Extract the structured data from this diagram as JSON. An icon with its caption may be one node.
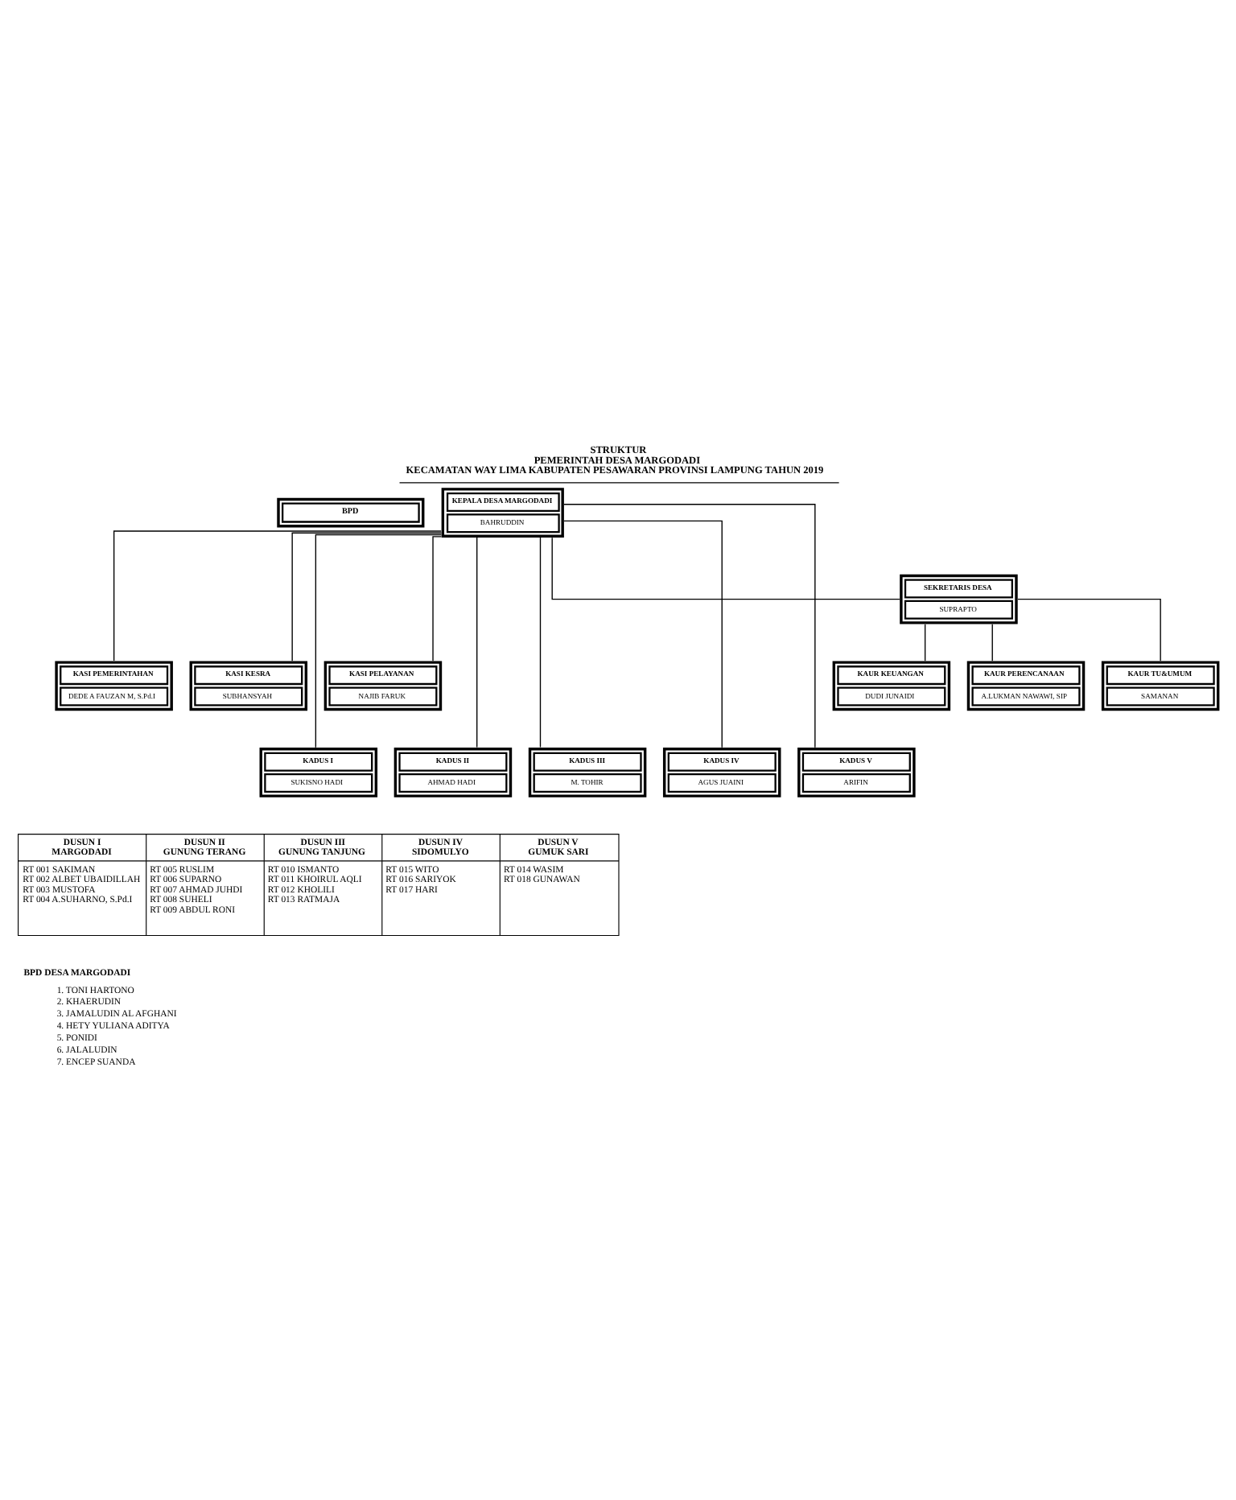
{
  "diagram": {
    "title": "STRUKTUR PEMERINTAH DESA MARGODADI KECAMATAN WAY LIMA KABUPATEN PESAWARAN PROVINSI LAMPUNG TAHUN 2019",
    "nodes": [
      {
        "text": [
          "KEPALA DESA MARGODADI",
          "BAHRUDDIN"
        ]
      },
      {
        "text": [
          "BPD"
        ]
      },
      {
        "text": [
          "SEKRETARIS DESA",
          "SUPRAPTO"
        ]
      },
      {
        "text": [
          "KAUR KEUANGAN",
          "DUDI JUNAIDI"
        ]
      },
      {
        "text": [
          "KAUR PERENCANAAN",
          "A.LUKMAN NAWAWI, SIP"
        ]
      },
      {
        "text": [
          "KAUR TU&UMUM",
          "SAMANAN"
        ]
      },
      {
        "text": [
          "KASI PEMERINTAHAN",
          "DEDE A FAUZAN M, S.Pd.I"
        ]
      },
      {
        "text": [
          "KASI KESRA",
          "SUBHANSYAH"
        ]
      },
      {
        "text": [
          "KASI PELAYANAN",
          "NAJIB FARUK"
        ]
      },
      {
        "text": [
          "KADUS I",
          "SUKISNO HADI"
        ]
      },
      {
        "text": [
          "KADUS II",
          "AHMAD HADI"
        ]
      },
      {
        "text": [
          "KADUS III",
          "M. TOHIR"
        ]
      },
      {
        "text": [
          "KADUS IV",
          "AGUS JUAINI"
        ]
      },
      {
        "text": [
          "KADUS V",
          "ARIFIN"
        ]
      }
    ],
    "edges": [
      {
        "from": 0,
        "to": 6,
        "arrow": "none"
      },
      {
        "from": 0,
        "to": 7,
        "arrow": "none"
      },
      {
        "from": 0,
        "to": 8,
        "arrow": "none"
      },
      {
        "from": 0,
        "to": 9,
        "arrow": "none"
      },
      {
        "from": 0,
        "to": 10,
        "arrow": "none"
      },
      {
        "from": 0,
        "to": 11,
        "arrow": "none"
      },
      {
        "from": 0,
        "to": 12,
        "arrow": "none"
      },
      {
        "from": 0,
        "to": 13,
        "arrow": "none"
      },
      {
        "from": 0,
        "to": 2,
        "arrow": "none"
      },
      {
        "from": 2,
        "to": 3,
        "arrow": "none"
      },
      {
        "from": 2,
        "to": 4,
        "arrow": "none"
      },
      {
        "from": 2,
        "to": 5,
        "arrow": "none"
      }
    ],
    "labels": [
      "DUSUN I MARGODADI",
      "DUSUN II GUNUNG TERANG",
      "DUSUN III GUNUNG TANJUNG",
      "DUSUN IV SIDOMULYO",
      "DUSUN V GUMUK SARI",
      "RT 001 SAKIMAN",
      "RT 002 ALBET UBAIDILLAH",
      "RT 003 MUSTOFA",
      "RT 004 A.SUHARNO, S.Pd.I",
      "RT 005 RUSLIM",
      "RT 006 SUPARNO",
      "RT 007 AHMAD JUHDI",
      "RT 008 SUHELI",
      "RT 009 ABDUL RONI",
      "RT 010 ISMANTO",
      "RT 011 KHOIRUL AQLI",
      "RT 012 KHOLILI",
      "RT 013 RATMAJA",
      "RT 015 WITO",
      "RT 016 SARIYOK",
      "RT 017 HARI",
      "RT 014 WASIM",
      "RT 018 GUNAWAN",
      "BPD DESA MARGODADI",
      "1. TONI HARTONO",
      "2. KHAERUDIN",
      "3. JAMALUDIN AL AFGHANI",
      "4. HETY YULIANA ADITYA",
      "5. PONIDI",
      "6. JALALUDIN",
      "7. ENCEP SUANDA"
    ]
  }
}
